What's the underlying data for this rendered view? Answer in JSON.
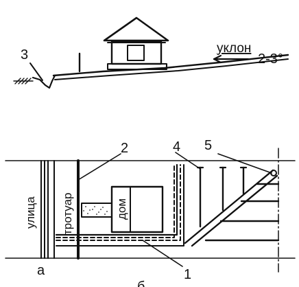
{
  "profile": {
    "slope_label": "уклон",
    "slope_value": "2-3°",
    "callout_3": "3"
  },
  "plan": {
    "street_label": "улица",
    "sidewalk_label": "тротуар",
    "house_label": "дом",
    "callout_1": "1",
    "callout_2": "2",
    "callout_4": "4",
    "callout_5": "5",
    "section_a": "а",
    "section_b": "б"
  }
}
